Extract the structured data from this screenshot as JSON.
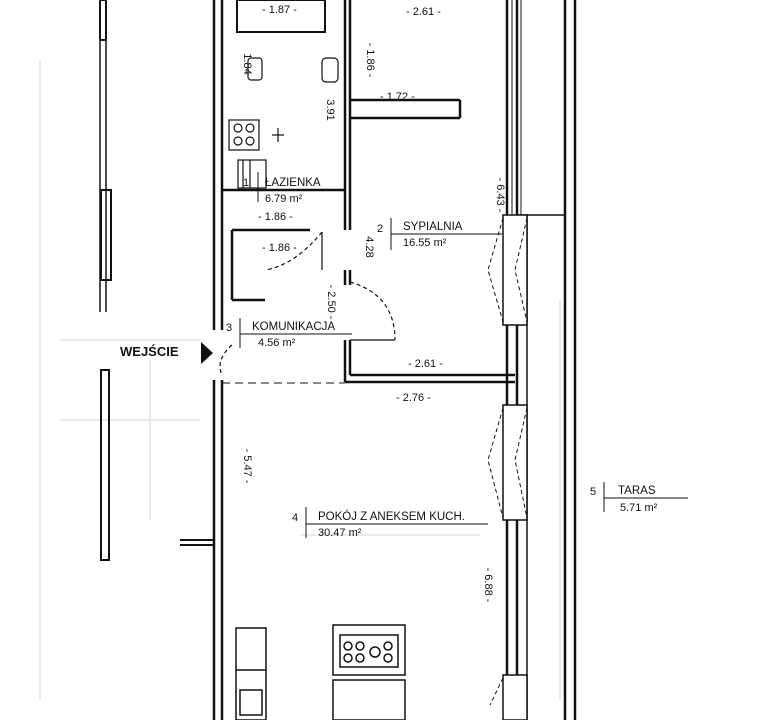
{
  "rooms": [
    {
      "number": "1",
      "name": "ŁAZIENKA",
      "area": "6.79 m²"
    },
    {
      "number": "2",
      "name": "SYPIALNIA",
      "area": "16.55 m²"
    },
    {
      "number": "3",
      "name": "KOMUNIKACJA",
      "area": "4.56 m²"
    },
    {
      "number": "4",
      "name": "POKÓJ Z ANEKSEM KUCH.",
      "area": "30.47 m²"
    },
    {
      "number": "5",
      "name": "TARAS",
      "area": "5.71 m²"
    }
  ],
  "entrance": {
    "label": "WEJŚCIE"
  },
  "dimensions": [
    "- 1.87 -",
    "- 2.61 -",
    "1.84",
    "- 1.86 -",
    "3.91",
    "- 1.72 -",
    "- 6.43 -",
    "- 1.86 -",
    "- 1.86 -",
    "4.28",
    "- 2.50 -",
    "- 2.61 -",
    "- 2.76 -",
    "- 5.47 -",
    "- 6.88 -"
  ],
  "colors": {
    "ink": "#111111",
    "paper": "#ffffff",
    "faint": "#d6d6d6"
  }
}
